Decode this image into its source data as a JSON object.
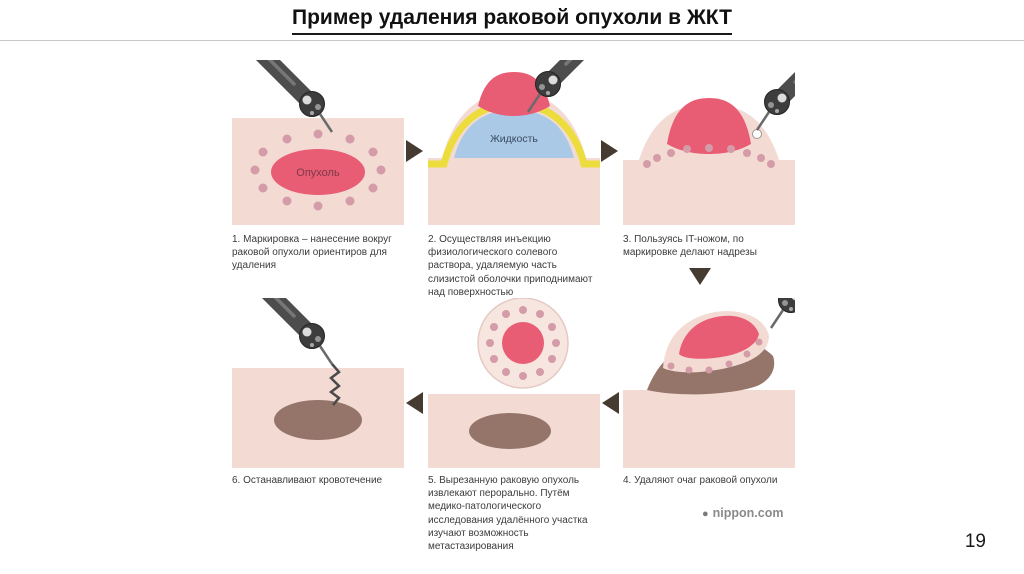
{
  "slide": {
    "title": "Пример удаления раковой опухоли в ЖКТ",
    "page_number": "19"
  },
  "diagram": {
    "tumor_label": "Опухоль",
    "fluid_label": "Жидкость",
    "credit_bullet": "●",
    "credit": "nippon.com",
    "steps": [
      {
        "id": 1,
        "caption": "1. Маркировка – нанесение вокруг раковой опухоли ориентиров для удаления"
      },
      {
        "id": 2,
        "caption": "2. Осуществляя инъекцию физиологического солевого раствора, удаляемую часть слизистой оболочки приподнимают над поверхностью"
      },
      {
        "id": 3,
        "caption": "3. Пользуясь IT-ножом, по маркировке делают надрезы"
      },
      {
        "id": 4,
        "caption": "4. Удаляют очаг раковой опухоли"
      },
      {
        "id": 5,
        "caption": "5. Вырезанную раковую опухоль извлекают перорально. Путём медико-патологического исследования удалённого участка изучают возможность метастазирования"
      },
      {
        "id": 6,
        "caption": "6. Останавливают кровотечение"
      }
    ],
    "colors": {
      "tissue": "#f3dbd3",
      "tumor": "#e85d74",
      "marker_dot": "#d49ba8",
      "fluid": "#a9c9e6",
      "mucosa_band": "#ecdc3c",
      "wound": "#957569",
      "arrow": "#463b30"
    }
  }
}
